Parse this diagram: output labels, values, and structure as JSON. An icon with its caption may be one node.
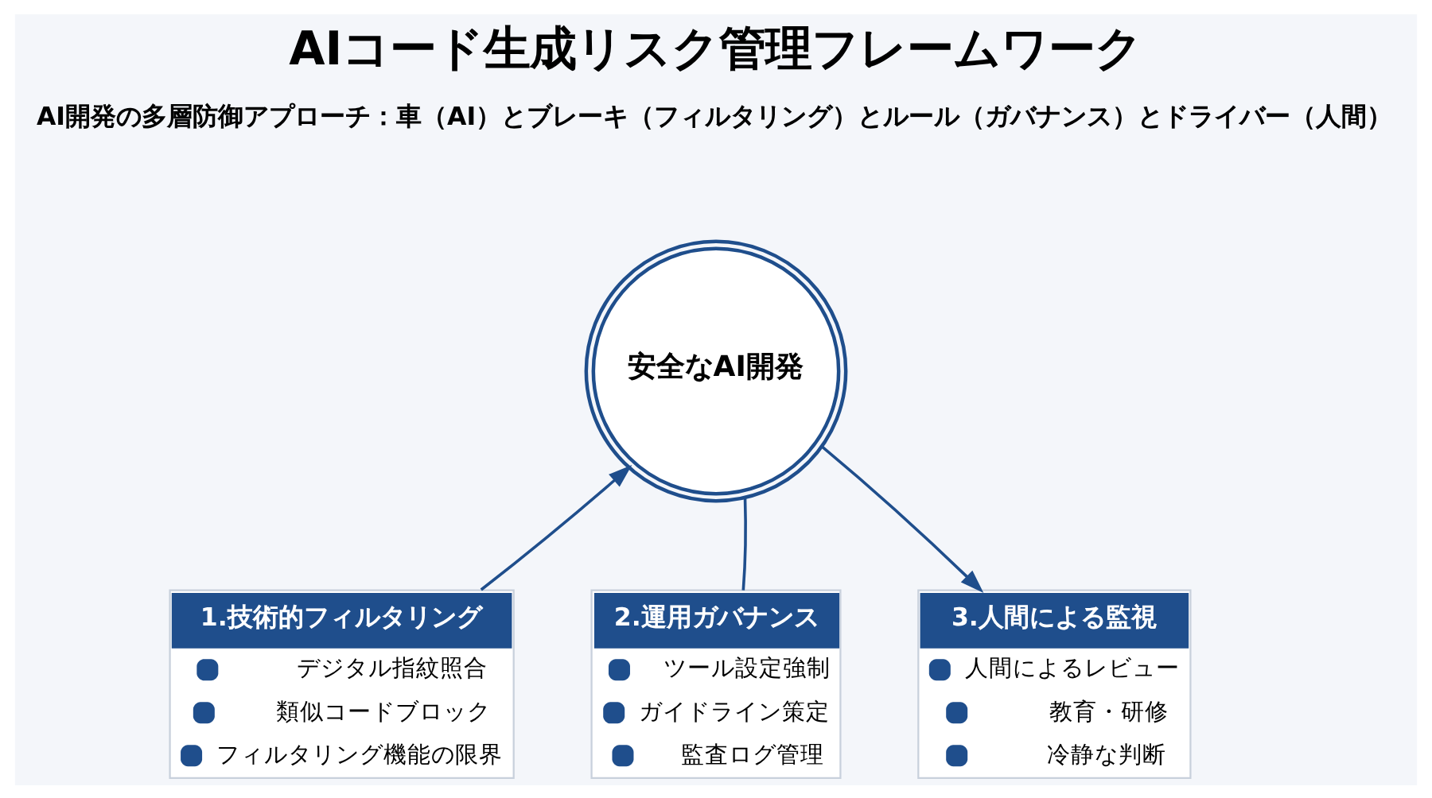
{
  "diagram": {
    "title": "AIコード生成リスク管理フレームワーク",
    "nodes": [
      {
        "text": [
          "安全なAI開発"
        ]
      },
      {
        "text": [
          "1.技術的フィルタリング",
          "デジタル指紋照合",
          "類似コードブロック",
          "フィルタリング機能の限界"
        ]
      },
      {
        "text": [
          "2.運用ガバナンス",
          "ツール設定強制",
          "ガイドライン策定",
          "監査ログ管理"
        ]
      },
      {
        "text": [
          "3.人間による監視",
          "人間によるレビュー",
          "教育・研修",
          "冷静な判断"
        ]
      }
    ],
    "edges": [
      {
        "from": 1,
        "to": 0,
        "arrow": "to"
      },
      {
        "from": 0,
        "to": 3,
        "arrow": "to"
      },
      {
        "from": 0,
        "to": 2,
        "arrow": "none"
      }
    ],
    "labels": [
      "AI開発の多層防御アプローチ：車（AI）とブレーキ（フィルタリング）とルール（ガバナンス）とドライバー（人間）"
    ]
  }
}
